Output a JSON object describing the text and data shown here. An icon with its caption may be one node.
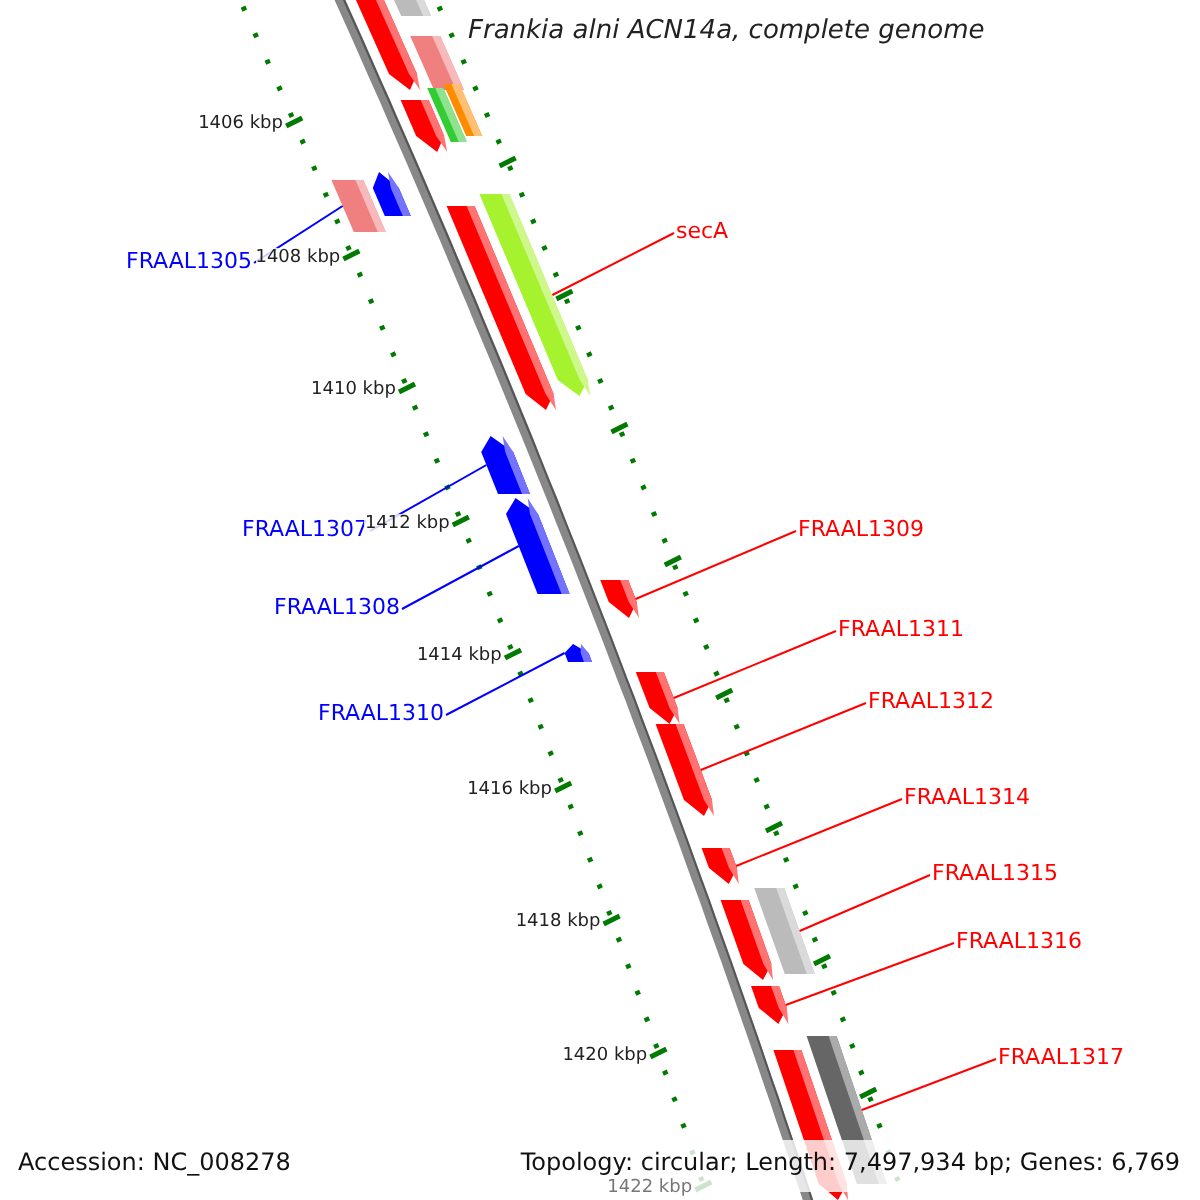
{
  "diagram": {
    "title": "Frankia alni ACN14a, complete genome",
    "nodes": [
      {
        "text": [
          "FRAAL1305"
        ]
      },
      {
        "text": [
          "secA"
        ]
      },
      {
        "text": [
          "FRAAL1307"
        ]
      },
      {
        "text": [
          "FRAAL1309"
        ]
      },
      {
        "text": [
          "FRAAL1308"
        ]
      },
      {
        "text": [
          "FRAAL1311"
        ]
      },
      {
        "text": [
          "FRAAL1312"
        ]
      },
      {
        "text": [
          "FRAAL1310"
        ]
      },
      {
        "text": [
          "FRAAL1314"
        ]
      },
      {
        "text": [
          "FRAAL1315"
        ]
      },
      {
        "text": [
          "FRAAL1316"
        ]
      },
      {
        "text": [
          "FRAAL1317"
        ]
      },
      {
        "text": [],
        "shape": "arrow"
      },
      {
        "text": [],
        "shape": "bar"
      },
      {
        "text": [],
        "shape": "bar"
      },
      {
        "text": [],
        "shape": "bar"
      },
      {
        "text": [],
        "shape": "bar"
      },
      {
        "text": [],
        "shape": "arrow"
      },
      {
        "text": [],
        "shape": "arrow"
      },
      {
        "text": [],
        "shape": "bar"
      },
      {
        "text": [],
        "shape": "arrow"
      },
      {
        "text": [],
        "shape": "arrow"
      },
      {
        "text": [],
        "shape": "arrow"
      },
      {
        "text": [],
        "shape": "arrow"
      },
      {
        "text": [],
        "shape": "arrow"
      },
      {
        "text": [],
        "shape": "arrow"
      },
      {
        "text": [],
        "shape": "arrow"
      },
      {
        "text": [],
        "shape": "arrow"
      },
      {
        "text": [],
        "shape": "arrow"
      },
      {
        "text": [],
        "shape": "bar"
      },
      {
        "text": [],
        "shape": "arrow"
      },
      {
        "text": [],
        "shape": "arrow"
      },
      {
        "text": [],
        "shape": "bar"
      },
      {
        "text": [],
        "shape": "arrow"
      }
    ],
    "edges": [
      {
        "from": 0,
        "to": 19,
        "arrow": "none",
        "color": "#0000ff"
      },
      {
        "from": 1,
        "to": 20,
        "arrow": "none"
      },
      {
        "from": 2,
        "to": 22,
        "arrow": "none",
        "color": "#0000ff"
      },
      {
        "from": 3,
        "to": 24,
        "arrow": "none"
      },
      {
        "from": 4,
        "to": 23,
        "arrow": "none",
        "color": "#0000ff"
      },
      {
        "from": 5,
        "to": 26,
        "arrow": "none"
      },
      {
        "from": 6,
        "to": 27,
        "arrow": "none"
      },
      {
        "from": 7,
        "to": 25,
        "arrow": "none",
        "color": "#0000ff"
      },
      {
        "from": 8,
        "to": 28,
        "arrow": "none"
      },
      {
        "from": 9,
        "to": 29,
        "arrow": "none"
      },
      {
        "from": 10,
        "to": 31,
        "arrow": "none"
      },
      {
        "from": 11,
        "to": 32,
        "arrow": "none"
      }
    ],
    "labels": [
      "1406 kbp",
      "1408 kbp",
      "1410 kbp",
      "1412 kbp",
      "1414 kbp",
      "1416 kbp",
      "1418 kbp",
      "1420 kbp",
      "1422 kbp",
      "Accession: NC_008278",
      "Topology: circular; Length: 7,497,934 bp; Genes: 6,769"
    ]
  }
}
